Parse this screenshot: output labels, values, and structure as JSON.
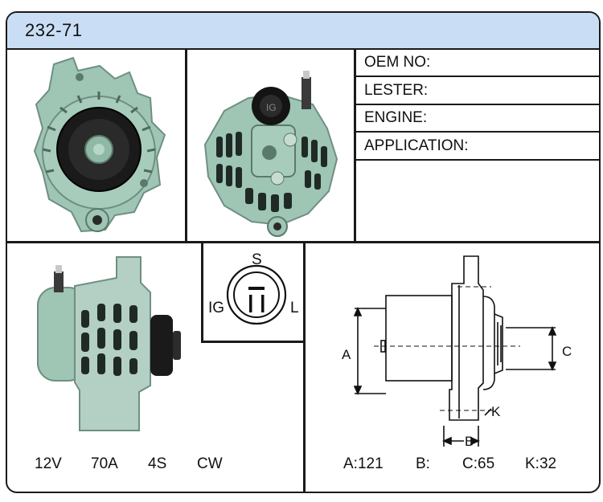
{
  "part_number": "232-71",
  "spec_fields": {
    "oem": "OEM NO:",
    "lester": "LESTER:",
    "engine": "ENGINE:",
    "application": "APPLICATION:"
  },
  "plug": {
    "s": "S",
    "ig": "IG",
    "l": "L"
  },
  "specs": {
    "voltage": "12V",
    "amperage": "70A",
    "pulley": "4S",
    "rotation": "CW"
  },
  "diagram": {
    "label_a": "A",
    "label_b": "B",
    "label_c": "C",
    "label_k": "K"
  },
  "dimensions": {
    "a": "A:121",
    "b": "B:",
    "c": "C:65",
    "k": "K:32"
  },
  "colors": {
    "header_bg": "#c9def5",
    "housing": "#9fc5b4",
    "border": "#1a1a1a"
  }
}
